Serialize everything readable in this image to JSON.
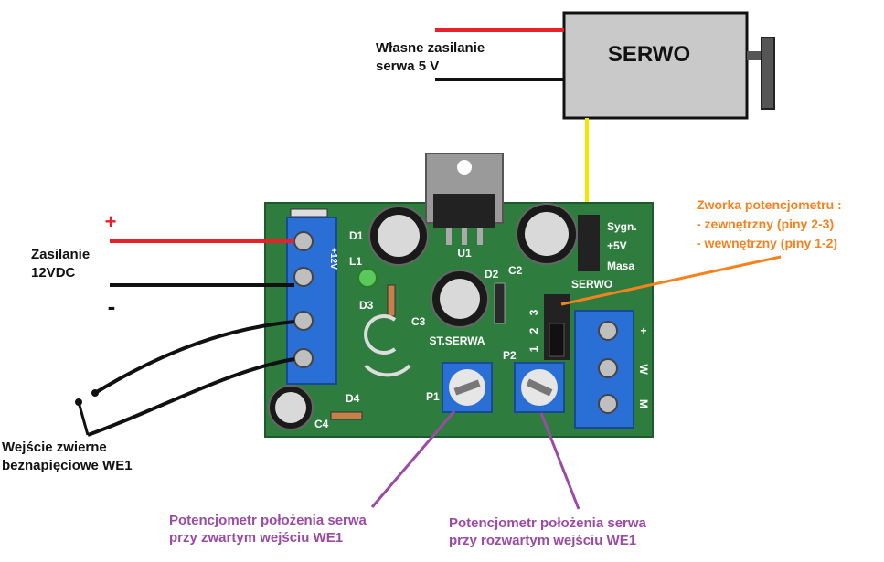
{
  "servo": {
    "label": "SERWO"
  },
  "servo_power": {
    "line1": "Własne zasilanie",
    "line2": "serwa 5 V"
  },
  "supply": {
    "plus": "+",
    "minus": "-",
    "line1": "Zasilanie",
    "line2": "12VDC"
  },
  "input": {
    "line1": "Wejście zwierne",
    "line2": "beznapięciowe  WE1"
  },
  "jumper_note": {
    "title": "Zworka potencjometru :",
    "opt1": "- zewnętrzny (piny 2-3)",
    "opt2": "- wewnętrzny (piny 1-2)"
  },
  "pot1_note": {
    "line1": "Potencjometr położenia serwa",
    "line2": "przy zwartym wejściu WE1"
  },
  "pot2_note": {
    "line1": "Potencjometr położenia serwa",
    "line2": "przy rozwartym wejściu WE1"
  },
  "pcb": {
    "D1": "D1",
    "L1": "L1",
    "D3": "D3",
    "C3": "C3",
    "U1": "U1",
    "C2": "C2",
    "D2": "D2",
    "C4": "C4",
    "D4": "D4",
    "P1": "P1",
    "P2": "P2",
    "st_serwa": "ST.SERWA",
    "sygn": "Sygn.",
    "plus5v": "+5V",
    "masa": "Masa",
    "serwo": "SERWO",
    "pin1": "1",
    "pin2": "2",
    "pin3": "3",
    "t_plus": "+",
    "t_w": "W",
    "t_m": "M",
    "left_plus": "+12V"
  },
  "colors": {
    "red_wire": "#e8202a",
    "black_wire": "#111111",
    "yellow_wire": "#f2e600",
    "orange": "#f5821f",
    "purple": "#9b4aa5",
    "pcb": "#2e7d3e",
    "terminal": "#2a6fd6",
    "servo_body": "#c9c9c9"
  }
}
